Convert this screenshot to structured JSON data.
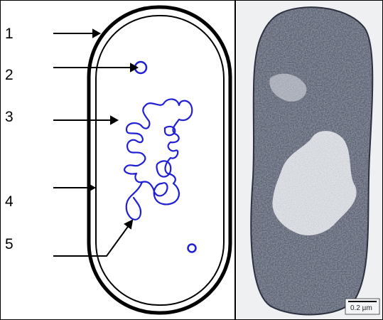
{
  "diagram": {
    "labels": [
      "1",
      "2",
      "3",
      "4",
      "5"
    ],
    "scale_bar": "0.2 µm"
  },
  "colors": {
    "outline": "#000000",
    "nucleoid_blue": "#1f1fd6",
    "micrograph_dark": "#3b4150",
    "micrograph_light": "#eef0f2"
  }
}
